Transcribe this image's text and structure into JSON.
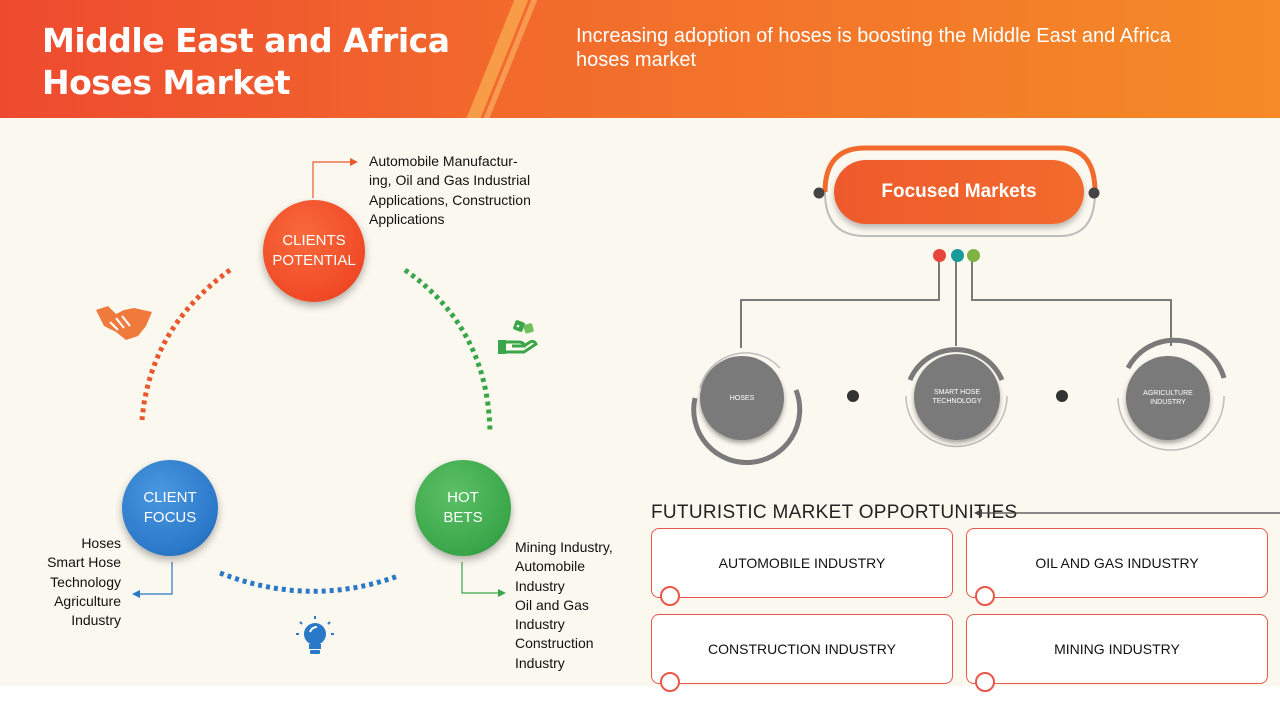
{
  "header": {
    "title": "Middle East and Africa Hoses Market",
    "subtitle": "Increasing adoption of hoses is boosting the Middle East and Africa hoses market"
  },
  "cycle": {
    "clients_potential": {
      "label_line1": "CLIENTS",
      "label_line2": "POTENTIAL",
      "color": "#f04a27",
      "details": [
        "Automobile Manufactur-",
        "ing, Oil and Gas Industrial",
        "Applications, Construction",
        "Applications"
      ]
    },
    "client_focus": {
      "label_line1": "CLIENT",
      "label_line2": "FOCUS",
      "color": "#2a78c8",
      "details": [
        "Hoses",
        "Smart Hose",
        "Technology",
        "Agriculture",
        "Industry"
      ]
    },
    "hot_bets": {
      "label_line1": "HOT",
      "label_line2": "BETS",
      "color": "#3aa64a",
      "details": [
        "Mining Industry,",
        "Automobile",
        "Industry",
        "Oil and Gas",
        "Industry",
        "Construction",
        "Industry"
      ]
    },
    "icons": [
      "handshake-icon",
      "dice-hand-icon",
      "lightbulb-icon"
    ]
  },
  "focused_markets": {
    "title": "Focused Markets",
    "items": [
      {
        "line1": "HOSES",
        "line2": ""
      },
      {
        "line1": "SMART HOSE",
        "line2": "TECHNOLOGY"
      },
      {
        "line1": "AGRICULTURE",
        "line2": "INDUSTRY"
      }
    ],
    "dot_colors": [
      "#e8453c",
      "#1a9a9a",
      "#7cb342"
    ]
  },
  "opportunities": {
    "title": "FUTURISTIC MARKET OPPORTUNITIES",
    "cards": [
      "AUTOMOBILE INDUSTRY",
      "OIL AND GAS INDUSTRY",
      "CONSTRUCTION INDUSTRY",
      "MINING INDUSTRY"
    ]
  },
  "colors": {
    "accent": "#f26a2c",
    "grey": "#7a7a7a"
  }
}
